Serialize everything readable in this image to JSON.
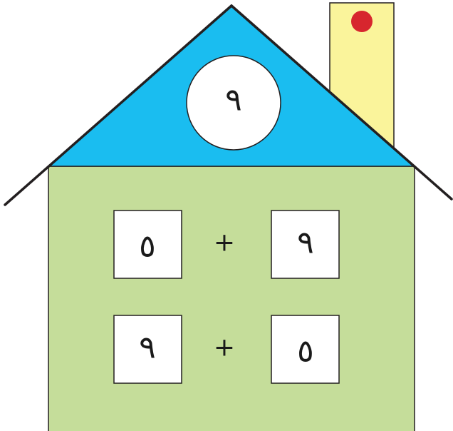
{
  "house": {
    "total": "٩",
    "rows": [
      {
        "left": "٥",
        "operator": "+",
        "right": "٩"
      },
      {
        "left": "٩",
        "operator": "+",
        "right": "٥"
      }
    ]
  },
  "colors": {
    "roof": "#1ABDF0",
    "wall": "#C5DD9A",
    "chimney": "#FAF49B",
    "chimney_dot": "#D7262E",
    "outline": "#231F20",
    "box_fill": "#FFFFFF"
  }
}
